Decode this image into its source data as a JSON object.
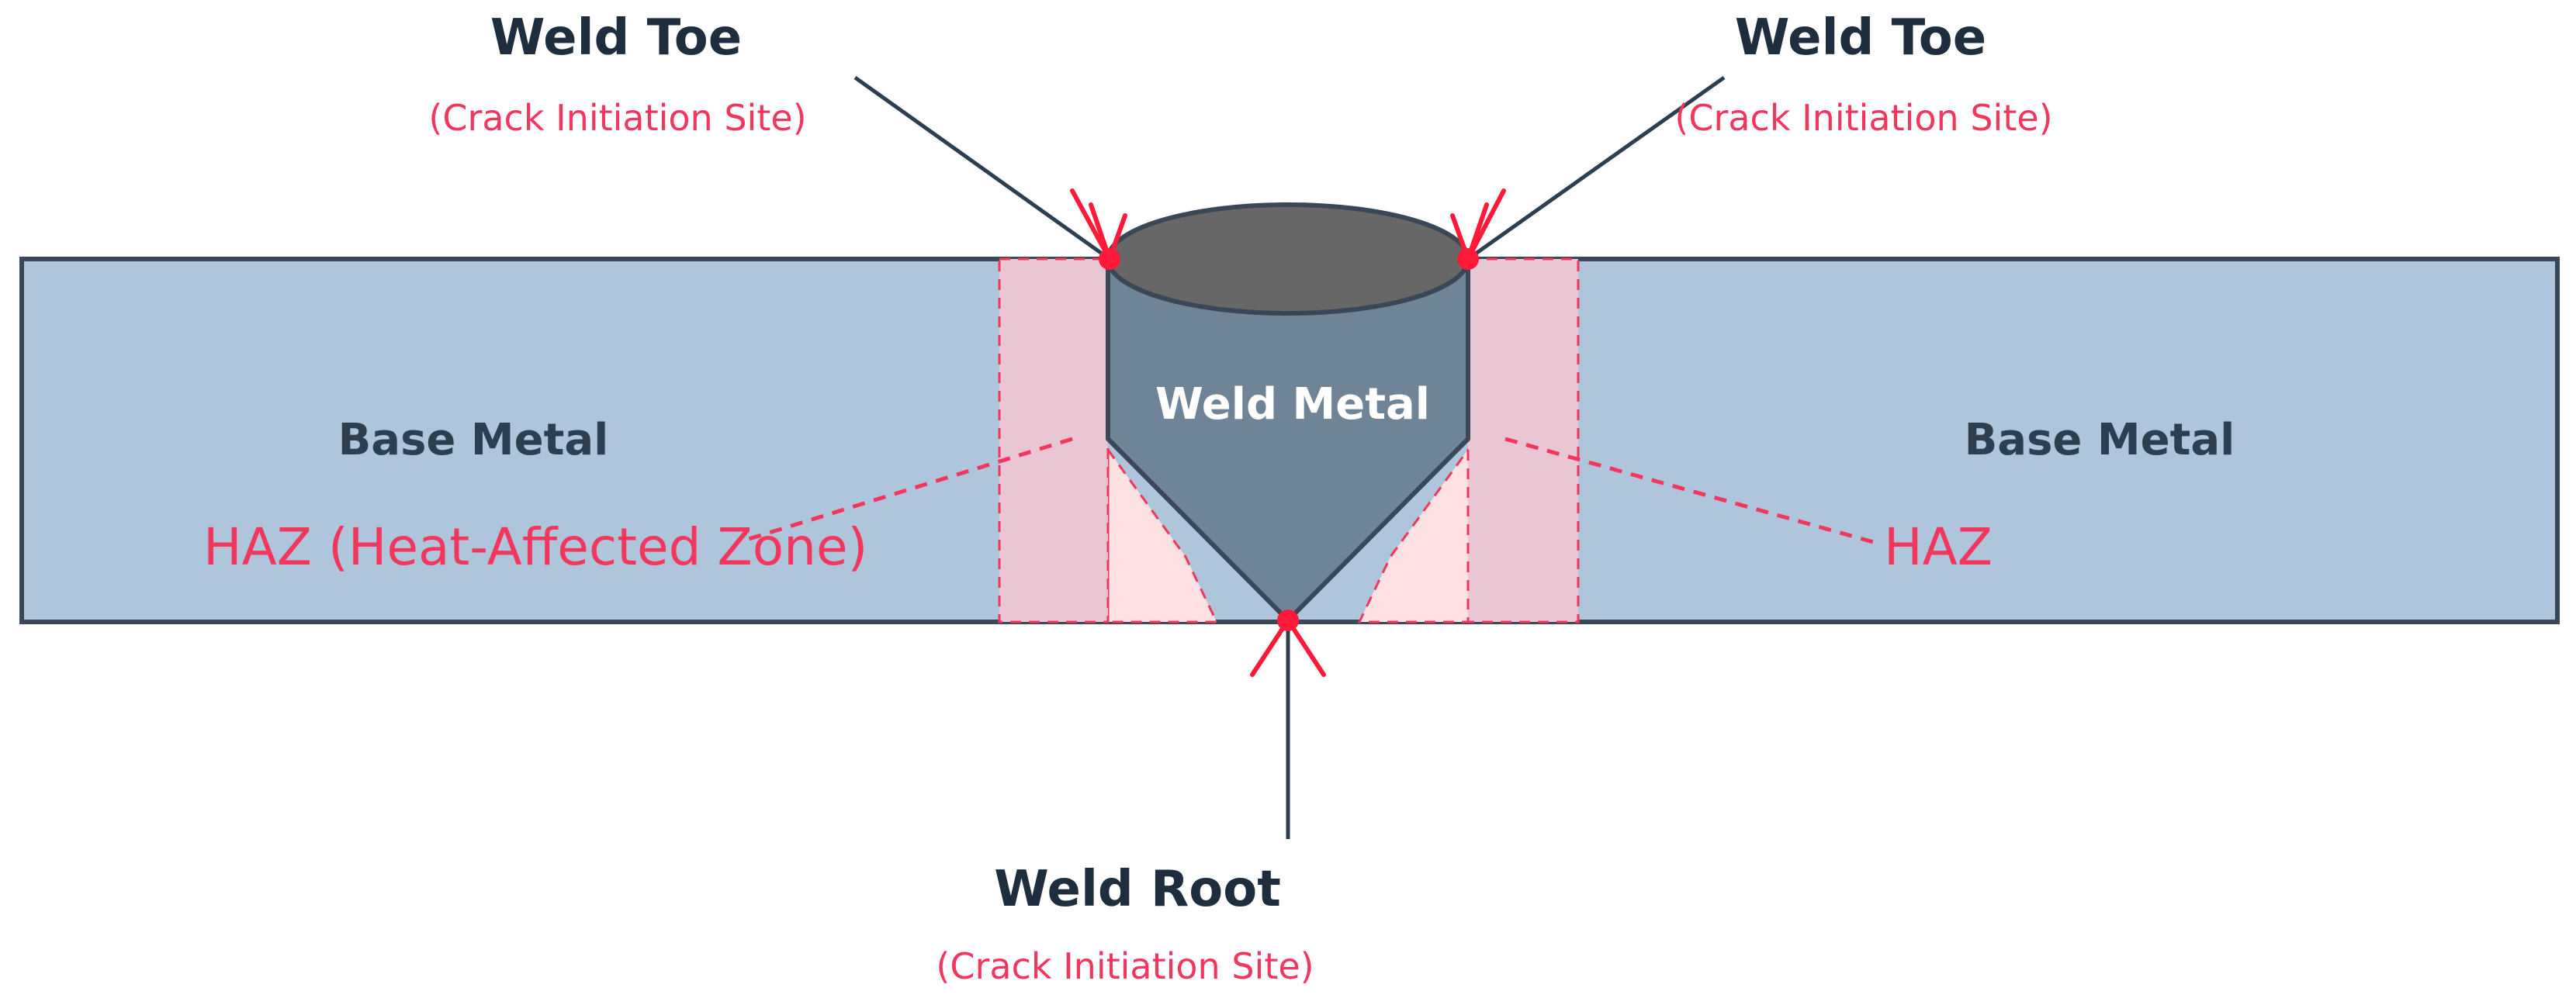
{
  "labels": {
    "base_metal_left": "Base Metal",
    "base_metal_right": "Base Metal",
    "weld_metal": "Weld Metal",
    "haz_left": "HAZ (Heat-Affected Zone)",
    "haz_right": "HAZ",
    "weld_toe_left": "Weld Toe",
    "weld_toe_left_sub": "(Crack Initiation Site)",
    "weld_toe_right": "Weld Toe",
    "weld_toe_right_sub": "(Crack Initiation Site)",
    "weld_root": "Weld Root",
    "weld_root_sub": "(Crack Initiation Site)"
  },
  "colors": {
    "base_metal": "#aec5dc",
    "weld_metal": "#6f8597",
    "weld_cap": "#676767",
    "haz": "#e8c6d4",
    "haz_light": "#fde1e3",
    "outline": "#3a4756",
    "accent": "#f2375e",
    "crack": "#ff1a3a"
  }
}
